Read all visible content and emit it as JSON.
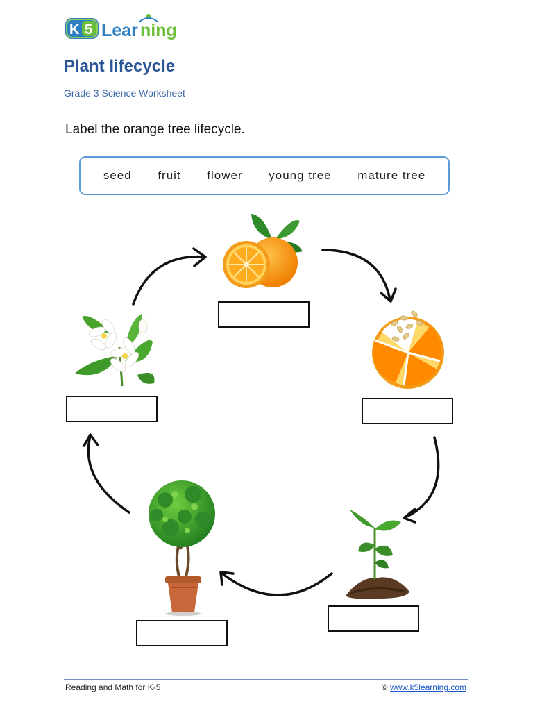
{
  "logo": {
    "text": "K5 Learning",
    "brand_color": "#2e7fc2",
    "accent": "#6bbf3b"
  },
  "header": {
    "title": "Plant lifecycle",
    "subtitle": "Grade 3 Science Worksheet"
  },
  "instruction": "Label the orange tree lifecycle.",
  "word_bank": [
    "seed",
    "fruit",
    "flower",
    "young tree",
    "mature tree"
  ],
  "stages": [
    {
      "icon": "orange-fruit-icon"
    },
    {
      "icon": "orange-seeds-icon"
    },
    {
      "icon": "seedling-icon"
    },
    {
      "icon": "potted-tree-icon"
    },
    {
      "icon": "orange-blossom-icon"
    }
  ],
  "footer": {
    "left": "Reading and Math for K-5",
    "copyright": "©",
    "link": "www.k5learning.com"
  }
}
